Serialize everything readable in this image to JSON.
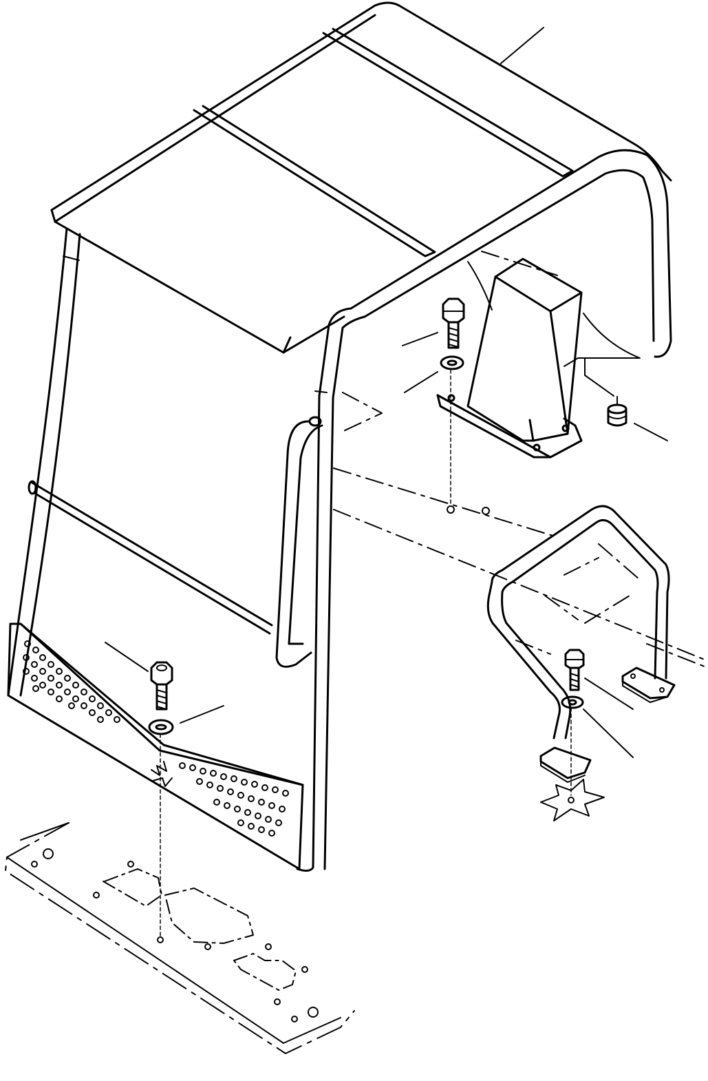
{
  "diagram": {
    "colors": {
      "line": "#000000",
      "background": "#ffffff"
    },
    "parts": [
      "canopy-roof",
      "roll-bar-frame",
      "grab-handle",
      "perforated-front-guard",
      "rear-support-post",
      "side-guard-rail",
      "bolt",
      "washer",
      "rubber-mount",
      "floor-plate"
    ]
  }
}
